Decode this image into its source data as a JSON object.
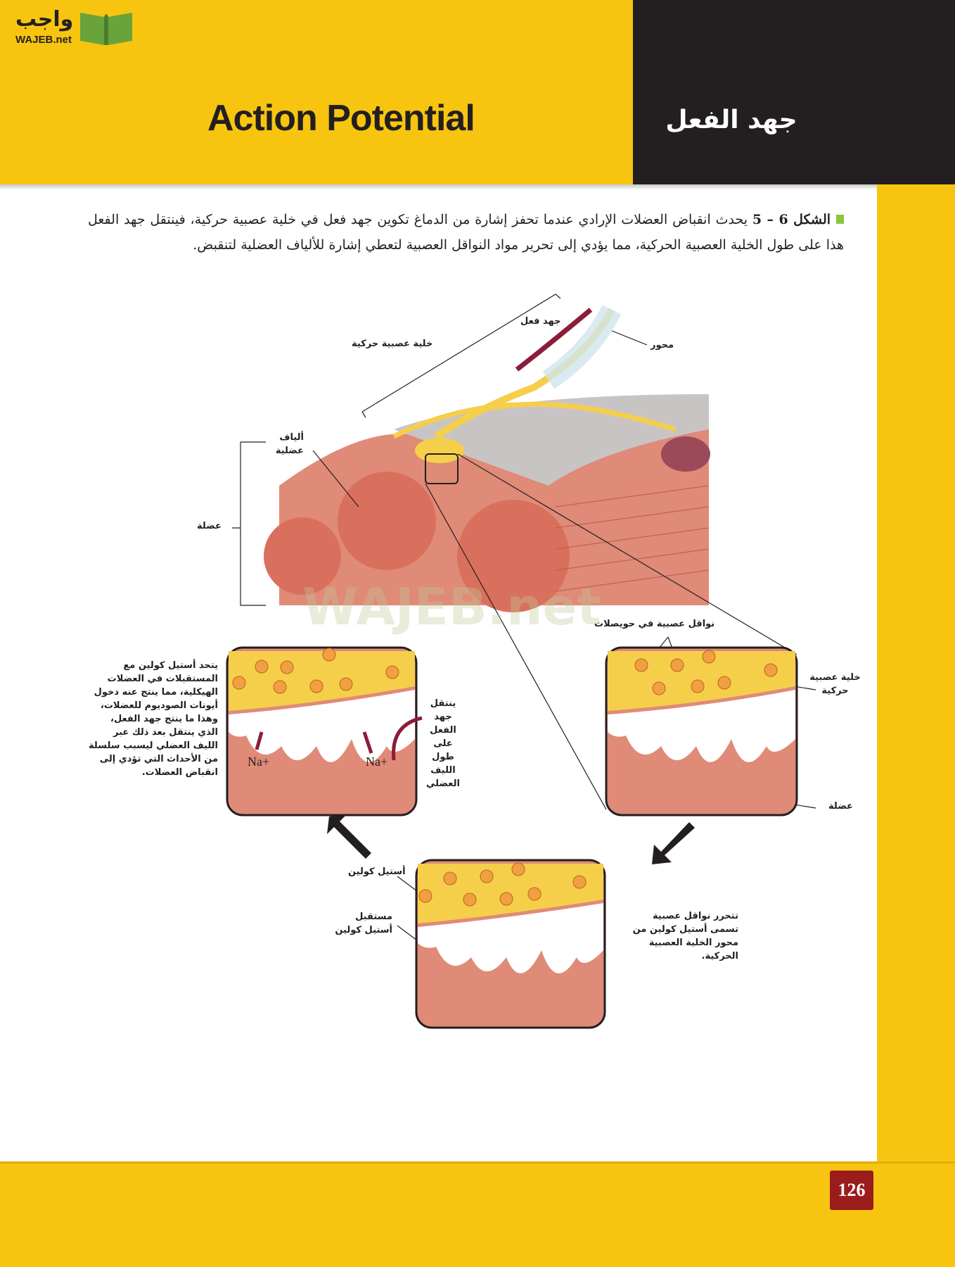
{
  "header": {
    "title_en": "Action Potential",
    "title_ar": "جهد الفعل"
  },
  "logo": {
    "text_ar": "واجب",
    "text_en": "WAJEB.net"
  },
  "caption": {
    "figure_label": "الشكل 6 – 5",
    "text": "يحدث انقباض العضلات الإرادي عندما تحفز إشارة من الدماغ تكوين جهد فعل في خلية عصبية حركية، فينتقل جهد الفعل هذا على طول الخلية العصبية الحركية، مما يؤدي إلى تحرير مواد النواقل العصبية لتعطي إشارة للألياف العضلية لتنقبض."
  },
  "figure": {
    "labels": {
      "action_potential": "جهد فعل",
      "axon": "محور",
      "motor_neuron": "خلية عصبية حركية",
      "muscle_fibers": "ألياف عضلية",
      "muscle": "عضلة",
      "vesicle_neurotransmitters": "نواقل عصبية في حويصلات",
      "motor_neuron_right": "خلية عصبية حركية",
      "muscle_right": "عضلة",
      "acetylcholine": "أستيل كولين",
      "ach_receptor": "مستقبل أستيل كولين",
      "sodium_1": "Na+",
      "sodium_2": "Na+"
    },
    "notes": {
      "left_block": "يتحد أستيل كولين مع المستقبلات في العضلات الهيكلية، مما ينتج عنه دخول أيونات الصوديوم للعضلات، وهذا ما ينتج جهد الفعل، الذي ينتقل بعد ذلك عبر الليف العضلي ليسبب سلسلة من الأحداث التي تؤدي إلى انقباض العضلات.",
      "propagation": "ينتقل جهد الفعل على طول الليف العضلي",
      "release": "تتحرر نواقل عصبية تسمى أستيل كولين من محور الخلية العصبية الحركية."
    }
  },
  "watermark": "WAJEB.net",
  "page_number": "126",
  "colors": {
    "yellow": "#f7c50f",
    "dark": "#231f20",
    "muscle": "#e08a78",
    "neuron": "#f5cf4a",
    "page_badge": "#9b1c1c"
  }
}
